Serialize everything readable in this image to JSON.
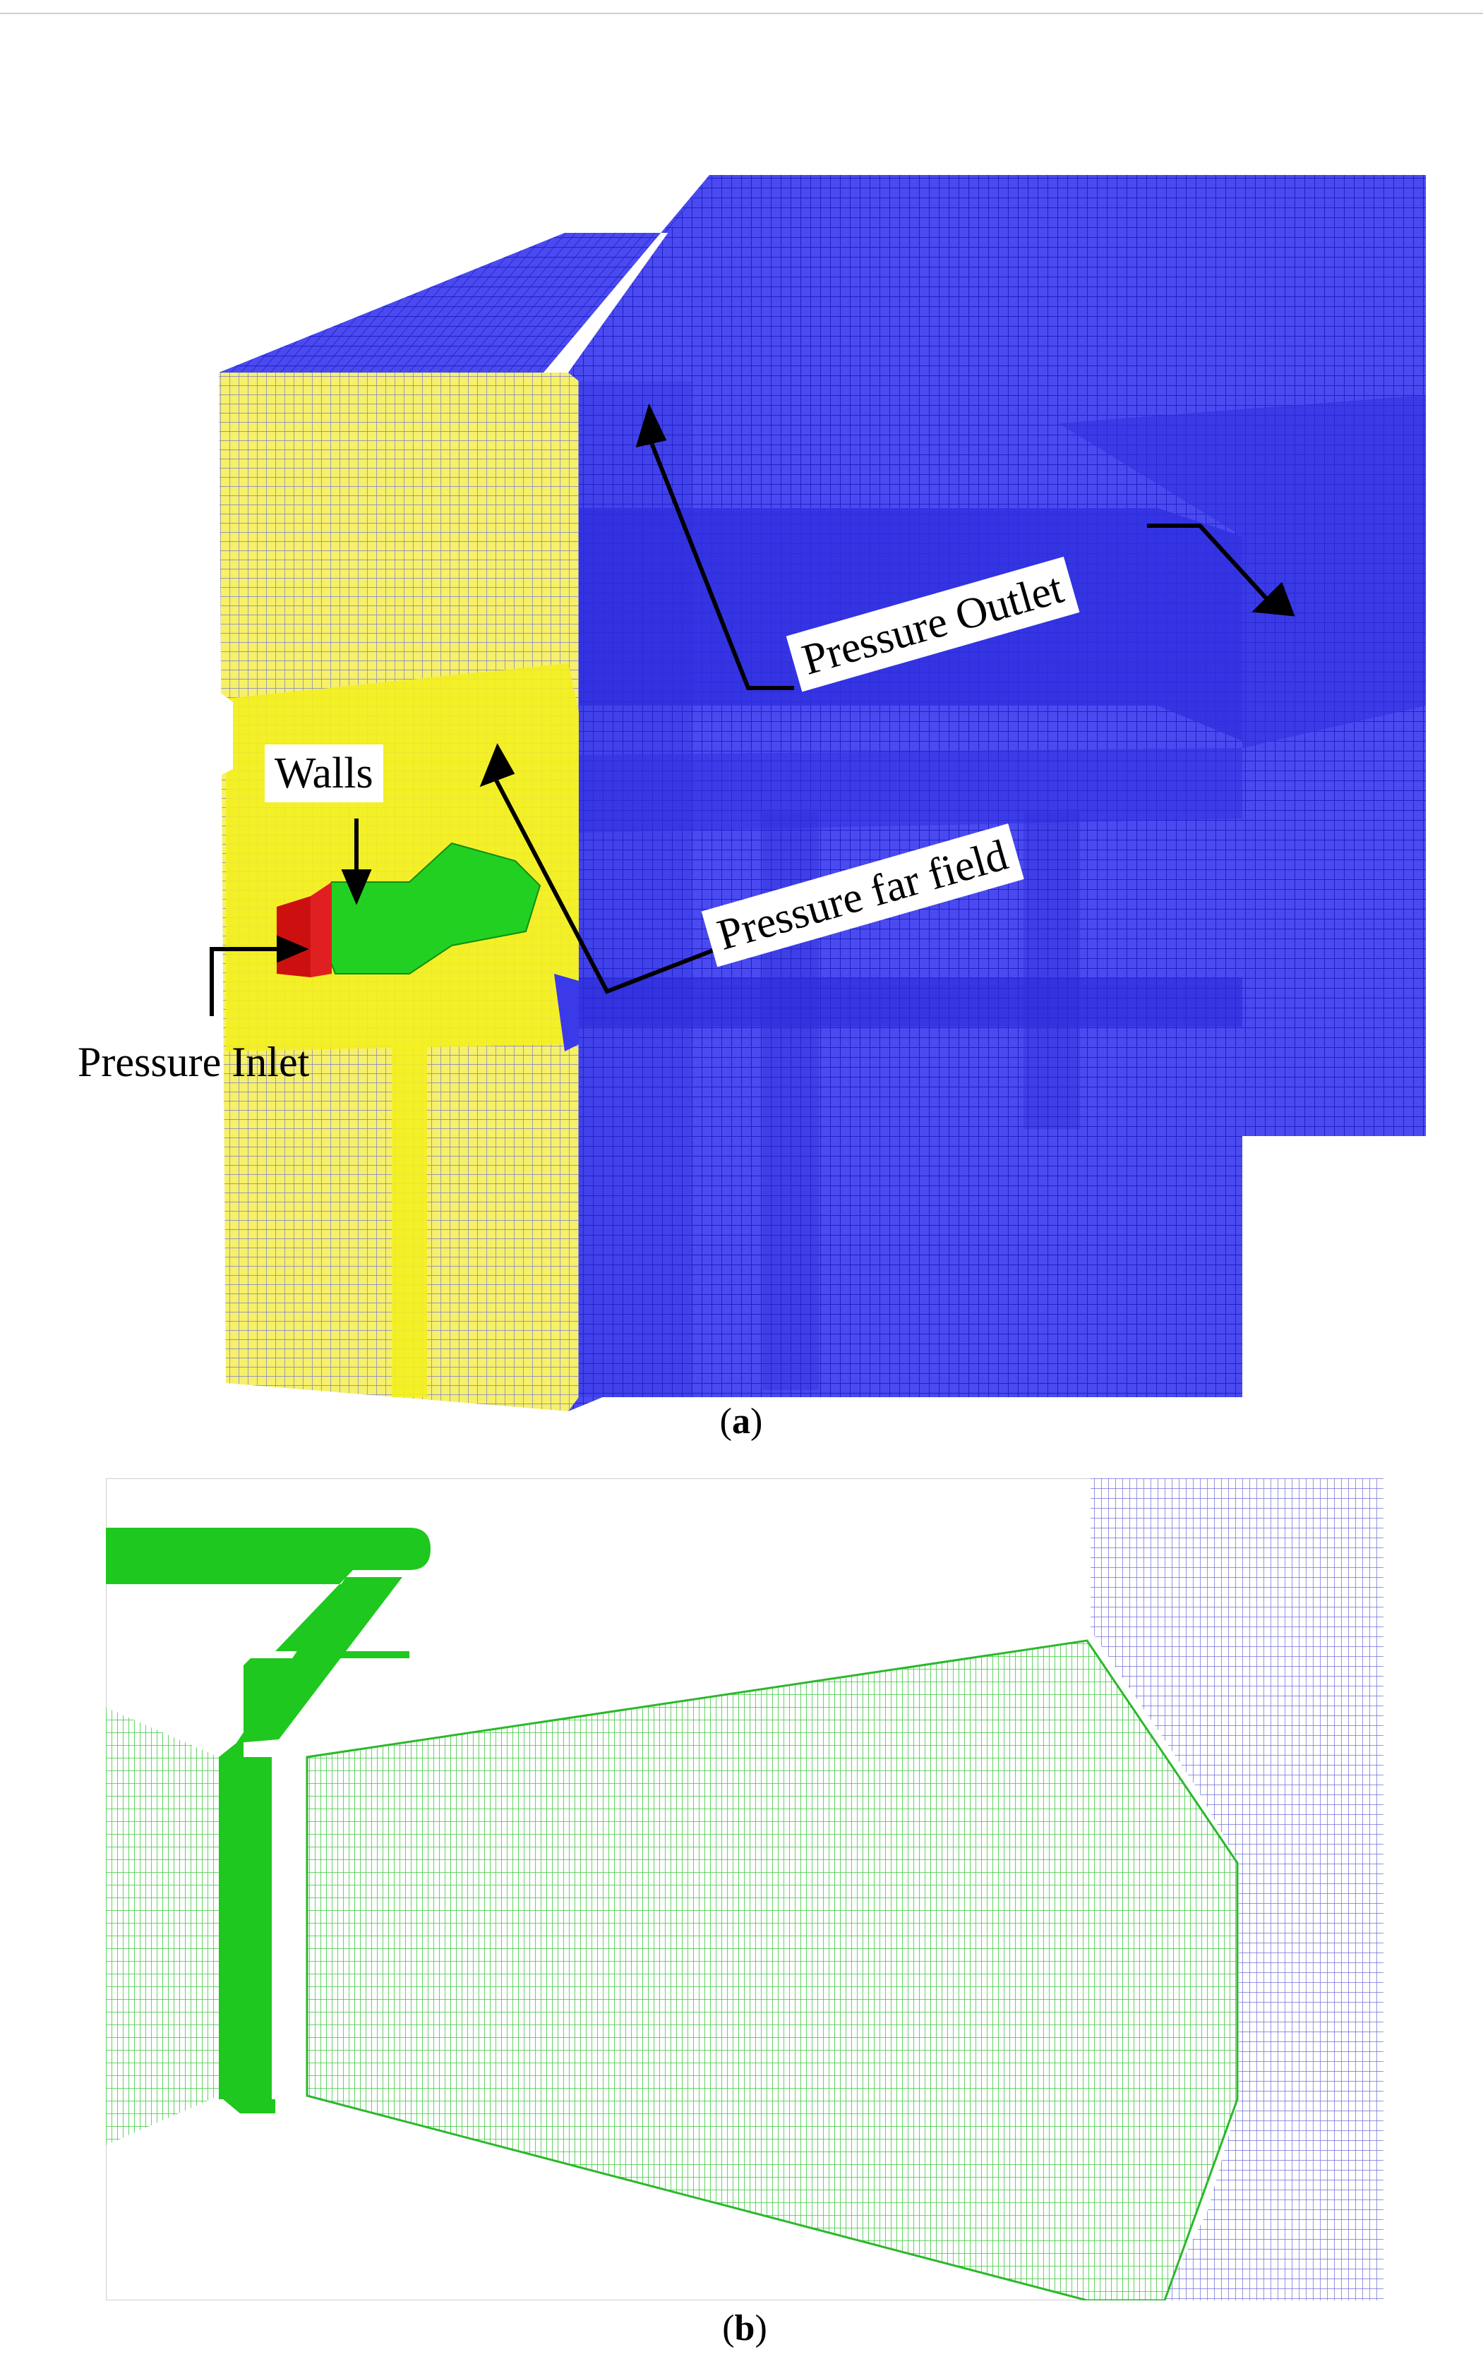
{
  "panel_a": {
    "labels": {
      "walls": "Walls",
      "pressure_inlet": "Pressure Inlet",
      "pressure_far_field": "Pressure far field",
      "pressure_outlet": "Pressure Outlet"
    },
    "caption_open": "(",
    "caption_letter": "a",
    "caption_close": ")"
  },
  "panel_b": {
    "caption_open": "(",
    "caption_letter": "b",
    "caption_close": ")"
  },
  "colors": {
    "outer_mesh_blue": "#3a3ae8",
    "inlet_face_yellow": "#f4ef2a",
    "wall_green": "#22d022",
    "inlet_red": "#cc1010",
    "fine_mesh_green": "#35c935",
    "fine_mesh_blue": "#7b7bdc"
  }
}
